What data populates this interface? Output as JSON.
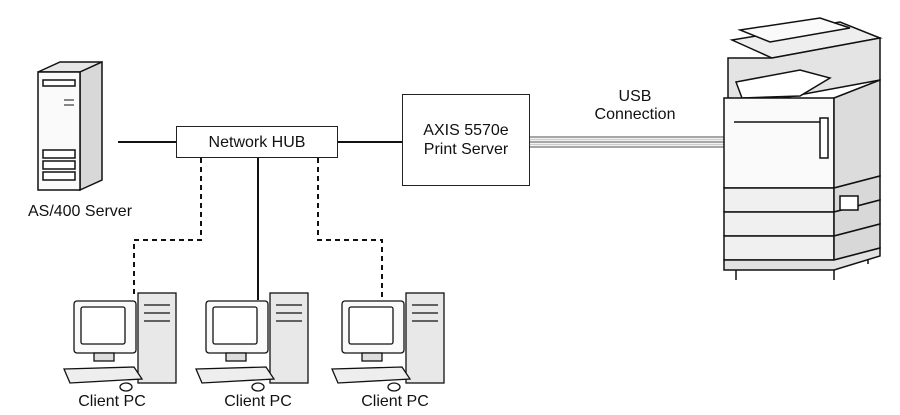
{
  "hub": {
    "label": "Network HUB"
  },
  "print_server": {
    "line1": "AXIS 5570e",
    "line2": "Print Server"
  },
  "usb": {
    "line1": "USB",
    "line2": "Connection"
  },
  "server": {
    "label": "AS/400 Server"
  },
  "clients": [
    {
      "label": "Client PC",
      "link": "dashed"
    },
    {
      "label": "Client PC",
      "link": "solid"
    },
    {
      "label": "Client PC",
      "link": "dashed"
    }
  ],
  "colors": {
    "line": "#111111",
    "usb_cable": "#9a9a9a",
    "device_fill": "#f4f4f4"
  }
}
